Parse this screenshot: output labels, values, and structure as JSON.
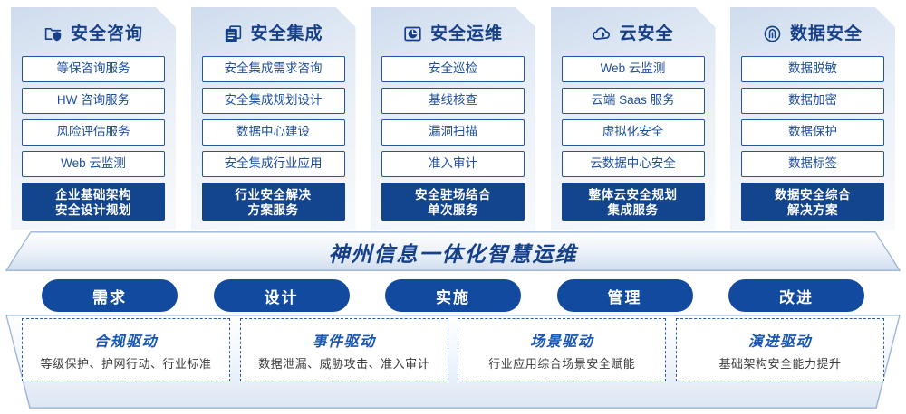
{
  "columns": [
    {
      "icon": "folder-shield-icon",
      "title": "安全咨询",
      "items": [
        "等保咨询服务",
        "HW 咨询服务",
        "风险评估服务",
        "Web 云监测"
      ],
      "summary": [
        "企业基础架构",
        "安全设计规划"
      ]
    },
    {
      "icon": "documents-stack-icon",
      "title": "安全集成",
      "items": [
        "安全集成需求咨询",
        "安全集成规划设计",
        "数据中心建设",
        "安全集成行业应用"
      ],
      "summary": [
        "行业安全解决",
        "方案服务"
      ]
    },
    {
      "icon": "folder-chart-icon",
      "title": "安全运维",
      "items": [
        "安全巡检",
        "基线核查",
        "漏洞扫描",
        "准入审计"
      ],
      "summary": [
        "安全驻场结合",
        "单次服务"
      ]
    },
    {
      "icon": "cloud-icon",
      "title": "云安全",
      "items": [
        "Web 云监测",
        "云端 Saas 服务",
        "虚拟化安全",
        "云数据中心安全"
      ],
      "summary": [
        "整体云安全规划",
        "集成服务"
      ]
    },
    {
      "icon": "fingerprint-shield-icon",
      "title": "数据安全",
      "items": [
        "数据脱敏",
        "数据加密",
        "数据保护",
        "数据标签"
      ],
      "summary": [
        "数据安全综合",
        "解决方案"
      ]
    }
  ],
  "banner": {
    "text": "神州信息一体化智慧运维"
  },
  "phases": [
    {
      "label": "需求"
    },
    {
      "label": "设计"
    },
    {
      "label": "实施"
    },
    {
      "label": "管理"
    },
    {
      "label": "改进"
    }
  ],
  "drivers": [
    {
      "title": "合规驱动",
      "desc": "等级保护、护网行动、行业标准"
    },
    {
      "title": "事件驱动",
      "desc": "数据泄漏、威胁攻击、准入审计"
    },
    {
      "title": "场景驱动",
      "desc": "行业应用综合场景安全赋能"
    },
    {
      "title": "演进驱动",
      "desc": "基础架构安全能力提升"
    }
  ],
  "colors": {
    "primary_blue": "#13448e",
    "accent_blue": "#1657b6",
    "pill_blue": "#114a9e",
    "card_border": "#25559e"
  }
}
